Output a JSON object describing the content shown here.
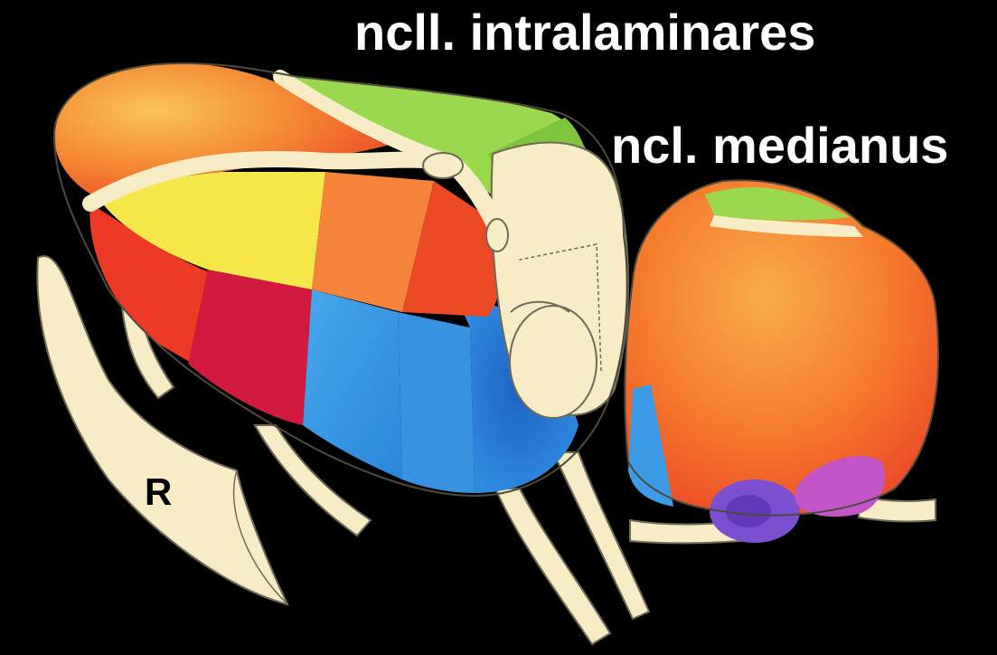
{
  "labels": {
    "intralaminar": "ncll. intralaminares",
    "medianus": "ncl. medianus",
    "r": "R"
  },
  "colors": {
    "background": "#000000",
    "cream": "#f7ecc6",
    "outline": "#6f6a58",
    "green": "#8fd24a",
    "yellow": "#f6e84a",
    "orange": "#f57a2c",
    "red_orange": "#ec3a26",
    "crimson": "#d11a3d",
    "light_blue": "#3d9be6",
    "blue": "#1f67c8",
    "purple": "#7b4fd0",
    "magenta": "#c455c8"
  },
  "icons": {
    "thalamus_model": "thalamus-3d-model-illustration"
  }
}
